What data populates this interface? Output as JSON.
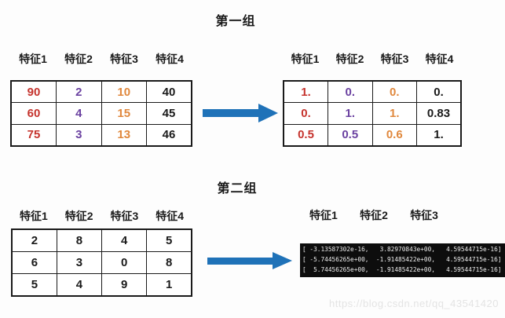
{
  "colors": {
    "background": "#fdfdfd",
    "ink": "#1a1a1a",
    "red": "#c5332d",
    "purple": "#6b42a1",
    "orange": "#e0883d",
    "arrow_blue": "#1f72b8",
    "console_bg": "#0d0d0d",
    "console_text": "#ededed",
    "watermark": "#e4e4e4"
  },
  "group1": {
    "title": "第一组",
    "source_table": {
      "headers": [
        "特征1",
        "特征2",
        "特征3",
        "特征4"
      ],
      "rows": [
        [
          "90",
          "2",
          "10",
          "40"
        ],
        [
          "60",
          "4",
          "15",
          "45"
        ],
        [
          "75",
          "3",
          "13",
          "46"
        ]
      ]
    },
    "result_table": {
      "headers": [
        "特征1",
        "特征2",
        "特征3",
        "特征4"
      ],
      "rows": [
        [
          "1.",
          "0.",
          "0.",
          "0."
        ],
        [
          "0.",
          "1.",
          "1.",
          "0.83"
        ],
        [
          "0.5",
          "0.5",
          "0.6",
          "1."
        ]
      ]
    }
  },
  "group2": {
    "title": "第二组",
    "source_table": {
      "headers": [
        "特征1",
        "特征2",
        "特征3",
        "特征4"
      ],
      "rows": [
        [
          "2",
          "8",
          "4",
          "5"
        ],
        [
          "6",
          "3",
          "0",
          "8"
        ],
        [
          "5",
          "4",
          "9",
          "1"
        ]
      ]
    },
    "result": {
      "headers": [
        "特征1",
        "特征2",
        "特征3"
      ],
      "console_lines": [
        "[ -3.13587302e-16,   3.82970843e+00,   4.59544715e-16]",
        "[ -5.74456265e+00,  -1.91485422e+00,   4.59544715e-16]",
        "[  5.74456265e+00,  -1.91485422e+00,   4.59544715e-16]"
      ]
    }
  },
  "watermark": "https://blog.csdn.net/qq_43541420"
}
